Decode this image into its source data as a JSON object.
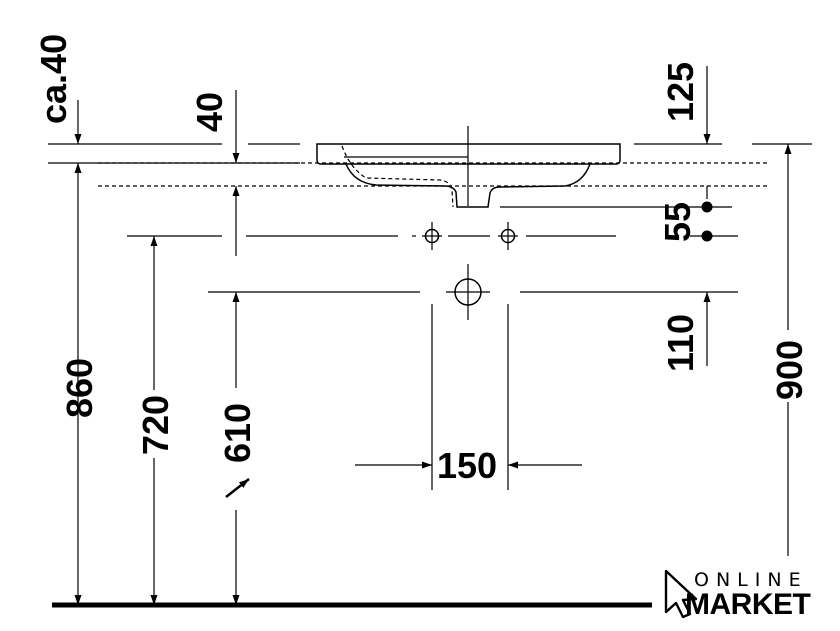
{
  "dimensions": {
    "ca40": "ca.40",
    "d40": "40",
    "d125": "125",
    "d55": "55",
    "d110": "110",
    "d860": "860",
    "d720": "720",
    "d610": "610",
    "d900": "900",
    "d150": "150"
  },
  "logo": {
    "top": "ONLINE",
    "bottom": "MARKET"
  }
}
